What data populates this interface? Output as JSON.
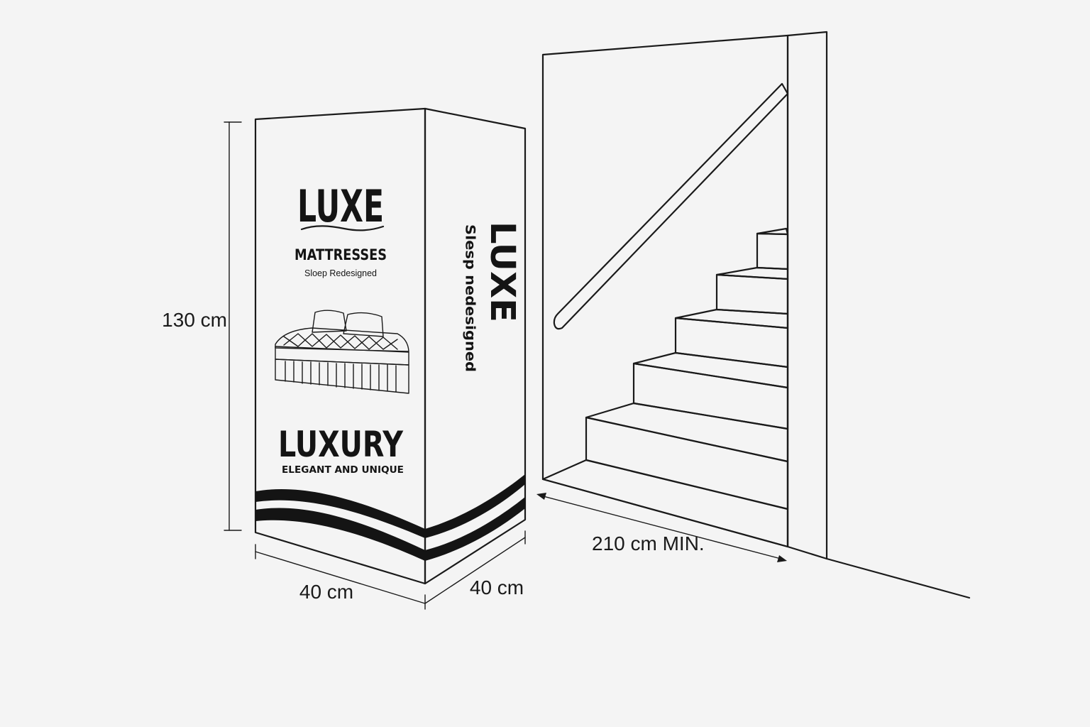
{
  "box": {
    "front": {
      "brand": "LUXE",
      "category": "MATTRESSES",
      "tagline": "Sloep Redesigned",
      "headline": "LUXURY",
      "subline": "ELEGANT AND UNIQUE"
    },
    "side": {
      "brand": "LUXE",
      "tagline": "Slesp nedesigned"
    }
  },
  "dimensions": {
    "height": "130 cm",
    "width": "40 cm",
    "depth": "40 cm",
    "clearance": "210 cm MIN."
  },
  "icons": [
    "mattress-illustration-icon",
    "wave-stripes-icon",
    "staircase-icon",
    "handrail-icon"
  ],
  "colors": {
    "ink": "#1a1a1a",
    "background": "#f4f4f4",
    "panel": "#ffffff"
  }
}
